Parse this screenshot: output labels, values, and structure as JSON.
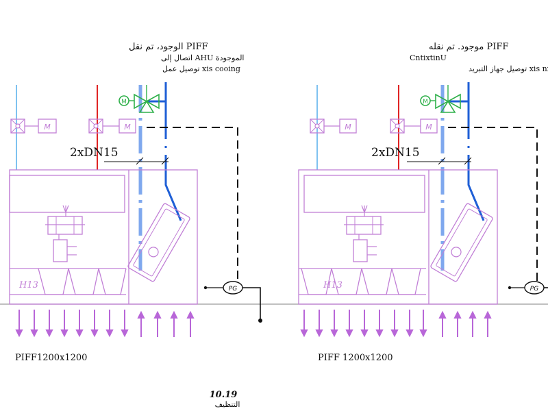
{
  "colors": {
    "frame": "#c17fd6",
    "supply": "#1f5fd6",
    "supply_light": "#7fa8ee",
    "feed_light": "#7fc2f0",
    "hot": "#e02424",
    "valve": "#2fb04a",
    "control": "#111111",
    "ground": "#9a9a9a"
  },
  "units": [
    {
      "id": "left",
      "note_lines": [
        "PIFF الوجود، تم نقل",
        "الموجودة AHU اتصال إلى",
        "xis cooing توصيل عمل"
      ],
      "pipe_label": "2xDN15",
      "filter_label": "H13",
      "size_label": "PIFF1200x1200",
      "motor_label": "M",
      "sensor_label": "PG"
    },
    {
      "id": "right",
      "note_lines": [
        "PIFF موجود. تم نقله",
        "CntixtinU",
        "xis nrk توصيل جهاز التبريد"
      ],
      "pipe_label": "2xDN15",
      "filter_label": "H13",
      "size_label": "PIFF 1200x1200",
      "motor_label": "M",
      "sensor_label": "PG"
    }
  ],
  "footer": {
    "code": "10.19",
    "caption": "التنظيف"
  }
}
